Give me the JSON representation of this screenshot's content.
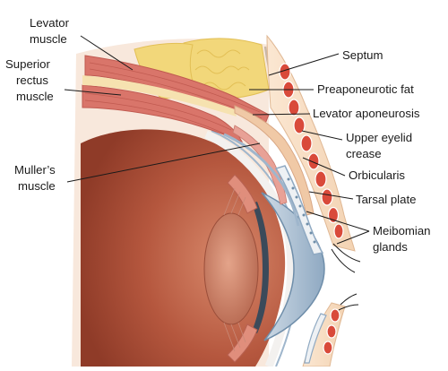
{
  "labels": {
    "levator_muscle": [
      "Levator",
      "muscle"
    ],
    "superior_rectus_muscle": [
      "Superior",
      "rectus",
      "muscle"
    ],
    "mullers_muscle": [
      "Muller’s",
      "muscle"
    ],
    "septum": "Septum",
    "preaponeurotic_fat": "Preaponeurotic fat",
    "levator_aponeurosis": "Levator aponeurosis",
    "upper_eyelid_crease": [
      "Upper eyelid",
      "crease"
    ],
    "orbicularis": "Orbicularis",
    "tarsal_plate": "Tarsal plate",
    "meibomian_glands": [
      "Meibomian",
      "glands"
    ]
  },
  "colors": {
    "eyeball": "#b5573e",
    "eyeball_light": "#d98a6c",
    "muscle": "#d9756a",
    "muscle_dark": "#c05a50",
    "fat": "#f2d77a",
    "fat_dark": "#e2bf55",
    "skin": "#f6dcc2",
    "conjunctiva": "#9fb6cc",
    "gland_red": "#d94a3a"
  }
}
